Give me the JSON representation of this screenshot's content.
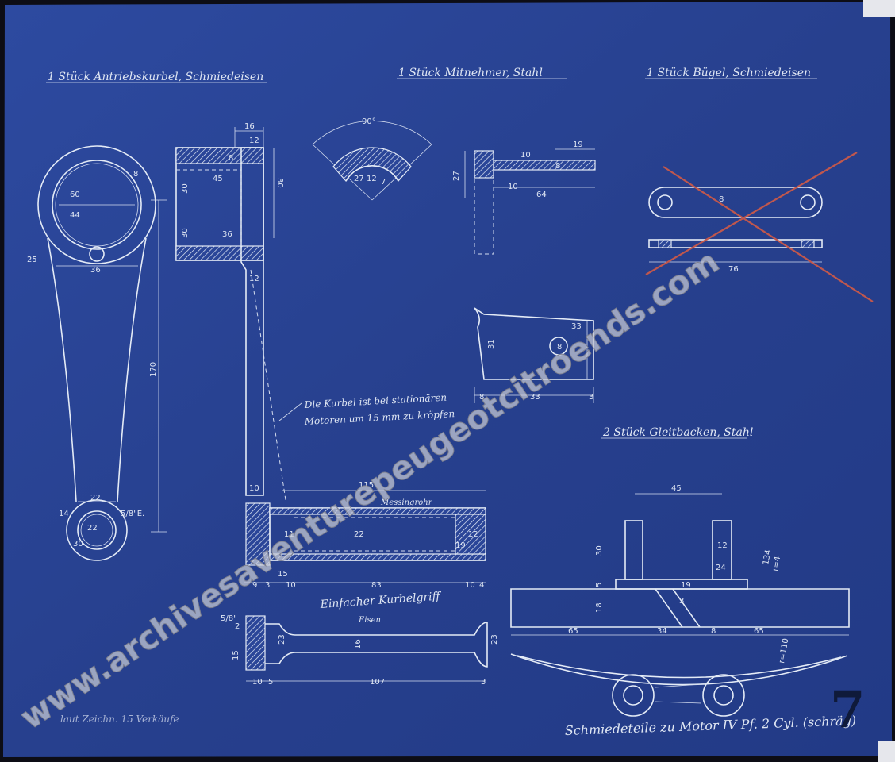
{
  "titles": {
    "crank": "1 Stück Antriebskurbel, Schmiedeisen",
    "driver": "1 Stück Mitnehmer, Stahl",
    "bracket": "1 Stück Bügel, Schmiedeisen",
    "slide": "2 Stück Gleitbacken, Stahl",
    "handle": "Einfacher Kurbelgriff",
    "handle_material": "Eisen",
    "tube": "Messingrohr"
  },
  "notes": {
    "crank_note_1": "Die Kurbel ist bei stationären",
    "crank_note_2": "Motoren um 15 mm zu kröpfen",
    "footer": "Schmiedeteile zu Motor IV Pf. 2 Cyl. (schräg)",
    "stamp": "laut Zeichn. 15 Verkäufe",
    "sheet_number": "7"
  },
  "watermark": "www.archivesaventurepeugeotcitroends.com",
  "colors": {
    "paper": "#27408e",
    "paper_light": "#3553a6",
    "line": "#e4ebf6",
    "strike": "#c0574d",
    "frame": "#0d0d15"
  },
  "dimensions": {
    "crank_side": [
      "60",
      "44",
      "8",
      "25",
      "36",
      "170",
      "22",
      "22",
      "30",
      "14",
      "5/8\"E."
    ],
    "crank_hub": [
      "16",
      "12",
      "8",
      "30",
      "45",
      "30",
      "30",
      "36",
      "12",
      "10"
    ],
    "angle": [
      "90°",
      "12",
      "27",
      "7"
    ],
    "driver_top": [
      "19",
      "27",
      "10",
      "8",
      "64",
      "10"
    ],
    "driver_plate": [
      "33",
      "31",
      "8",
      "8",
      "33",
      "3"
    ],
    "bracket": [
      "8",
      "76"
    ],
    "tube": [
      "115",
      "22",
      "11",
      "12",
      "19",
      "15",
      "9",
      "3",
      "10",
      "83",
      "10",
      "4"
    ],
    "handle": [
      "5/8\"",
      "2",
      "23",
      "15",
      "16",
      "23",
      "10",
      "5",
      "107",
      "3"
    ],
    "slide": [
      "45",
      "12",
      "24",
      "30",
      "5",
      "18",
      "19",
      "3",
      "65",
      "34",
      "8",
      "65",
      "r=110",
      "134",
      "r=4"
    ]
  }
}
